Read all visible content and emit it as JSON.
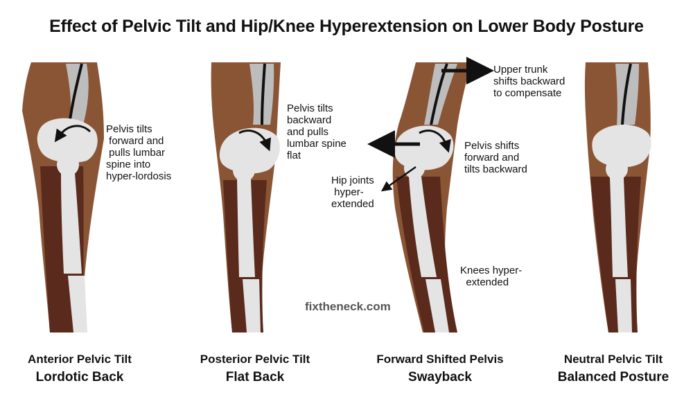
{
  "title": "Effect of Pelvic Tilt and Hip/Knee Hyperextension on Lower Body Posture",
  "credit": "fixtheneck.com",
  "panels": [
    {
      "caption_line1": "Anterior Pelvic Tilt",
      "caption_line2": "Lordotic Back",
      "annotations": [
        "Pelvis tilts\n forward and\n pulls lumbar\nspine into\nhyper-lordosis"
      ]
    },
    {
      "caption_line1": "Posterior Pelvic Tilt",
      "caption_line2": "Flat Back",
      "annotations": [
        "Pelvis tilts\nbackward\nand pulls\nlumbar spine\nflat"
      ]
    },
    {
      "caption_line1": "Forward Shifted Pelvis",
      "caption_line2": "Swayback",
      "annotations": [
        "Upper trunk\nshifts backward\nto compensate",
        "Pelvis shifts\nforward and\ntilts backward",
        "Hip joints\n hyper-\nextended",
        "Knees hyper-\n  extended"
      ]
    },
    {
      "caption_line1": "Neutral Pelvic Tilt",
      "caption_line2": "Balanced Posture",
      "annotations": []
    }
  ],
  "colors": {
    "skin_light": "#8a5535",
    "skin_dark": "#5a2a1c",
    "bone": "#e4e4e4",
    "arrow": "#111111"
  }
}
